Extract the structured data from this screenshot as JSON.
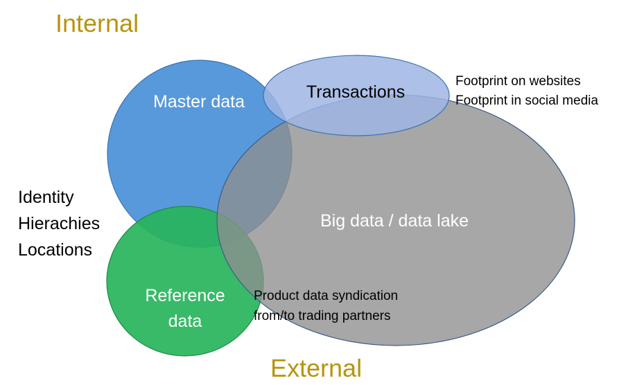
{
  "headings": {
    "top": "Internal",
    "bottom": "External"
  },
  "ellipses": {
    "master": {
      "label": "Master data"
    },
    "transactions": {
      "label": "Transactions"
    },
    "big_data": {
      "label": "Big data / data lake"
    },
    "reference": {
      "line1": "Reference",
      "line2": "data"
    }
  },
  "notes": {
    "footprint": [
      "Footprint on websites",
      "Footprint in social media"
    ],
    "identity": [
      "Identity",
      "Hierachies",
      "Locations"
    ],
    "syndication": [
      "Product data syndication",
      "from/to trading partners"
    ]
  },
  "colors": {
    "heading": "#b8930f",
    "master_fill": "#4a90d9",
    "transactions_fill": "#9fb5e3",
    "big_data_fill": "#8e8e8e",
    "reference_fill": "#27b45b"
  }
}
